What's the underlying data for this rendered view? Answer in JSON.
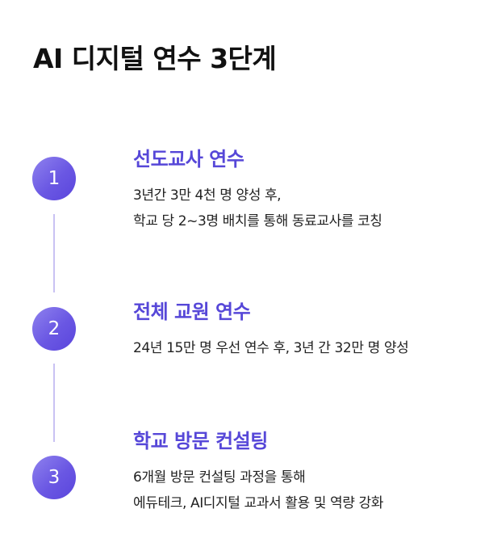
{
  "title": "AI 디지털 연수 3단계",
  "steps": [
    {
      "number": "1",
      "heading": "선도교사 연수",
      "lines": [
        "3년간 3만 4천 명 양성 후,",
        "학교 당 2~3명 배치를 통해 동료교사를 코칭"
      ]
    },
    {
      "number": "2",
      "heading": "전체 교원 연수",
      "lines": [
        "24년 15만 명 우선 연수 후, 3년 간 32만 명 양성"
      ]
    },
    {
      "number": "3",
      "heading": "학교 방문 컨설팅",
      "lines": [
        "6개월 방문 컨설팅 과정을 통해",
        "에듀테크, AI디지털 교과서 활용 및 역량 강화"
      ]
    }
  ],
  "colors": {
    "accent": "#5647d8",
    "circle_gradient_start": "#8f82ee",
    "circle_gradient_end": "#5a45dc",
    "connector": "#c9c2f3",
    "text": "#222222"
  }
}
